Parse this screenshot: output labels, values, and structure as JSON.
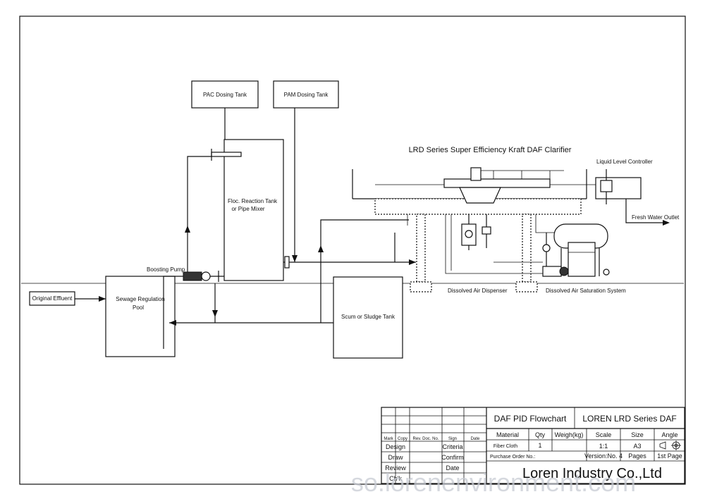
{
  "diagram": {
    "title": "LRD Series Super Efficiency Kraft DAF Clarifier",
    "nodes": {
      "pac_tank": "PAC Dosing Tank",
      "pam_tank": "PAM Dosing Tank",
      "floc_tank_line1": "Floc. Reaction Tank",
      "floc_tank_line2": "or Pipe Mixer",
      "boosting_pump": "Boosting Pump",
      "original_effluent": "Original Effluent",
      "sewage_pool_line1": "Sewage Regulation",
      "sewage_pool_line2": "Pool",
      "scum_tank": "Scum or Sludge Tank",
      "liquid_level_controller": "Liquid Level Controller",
      "fresh_water_outlet": "Fresh Water Outlet",
      "dissolved_air_dispenser": "Dissolved Air  Dispenser",
      "saturation_system": "Dissolved Air  Saturation System"
    }
  },
  "title_block": {
    "drawing_name": "DAF PID Flowchart",
    "product": "LOREN LRD Series DAF",
    "headers": {
      "mark": "Mark",
      "copy": "Copy",
      "rev_doc_no": "Rev. Doc. No.",
      "sign": "Sign",
      "date": "Date"
    },
    "rows": {
      "design": "Design",
      "draw": "Draw",
      "review": "Review",
      "check": "Ch'k",
      "criteria": "Criteria",
      "confirm": "Confirm",
      "date": "Date"
    },
    "spec_labels": {
      "material": "Material",
      "qty": "Qty",
      "weight": "Weigh(kg)",
      "scale": "Scale",
      "size": "Size",
      "angle": "Angle"
    },
    "spec_values": {
      "material": "Fiber Cloth",
      "qty": "1",
      "scale": "1:1",
      "size": "A3"
    },
    "purchase_order": "Purchase Order No.:",
    "version": "Version:No. 4",
    "pages": "Pages",
    "page_no": "1st Page",
    "company": "Loren Industry Co.,Ltd"
  },
  "watermark": "so.lorenenvironment.com"
}
